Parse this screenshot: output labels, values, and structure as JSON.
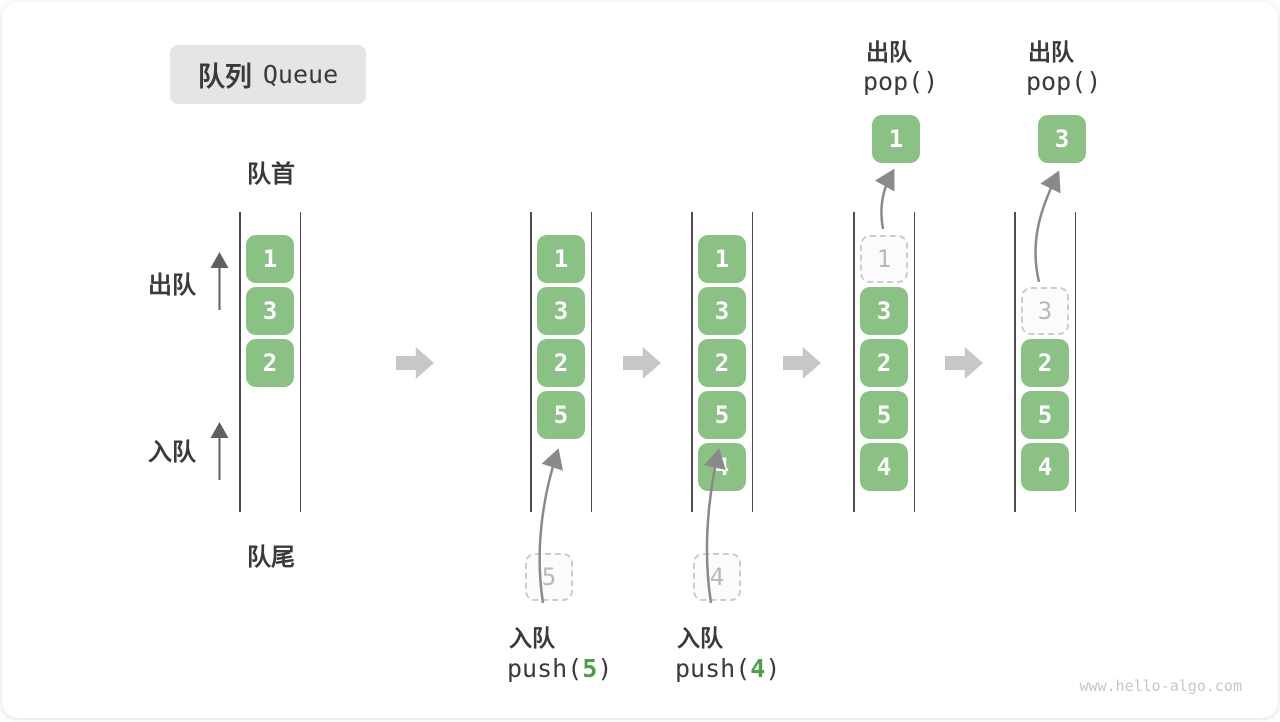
{
  "title": {
    "zh": "队列",
    "en": "Queue"
  },
  "labels": {
    "front": "队首",
    "rear": "队尾",
    "dequeue": "出队",
    "enqueue": "入队"
  },
  "states": [
    {
      "blocks": [
        "1",
        "3",
        "2"
      ]
    },
    {
      "blocks": [
        "1",
        "3",
        "2",
        "5"
      ],
      "staged": "5",
      "op": {
        "label": "入队",
        "code_pre": "push(",
        "arg": "5",
        "code_post": ")"
      }
    },
    {
      "blocks": [
        "1",
        "3",
        "2",
        "5",
        "4"
      ],
      "staged": "4",
      "op": {
        "label": "入队",
        "code_pre": "push(",
        "arg": "4",
        "code_post": ")"
      }
    },
    {
      "blocks": [
        "3",
        "2",
        "5",
        "4"
      ],
      "ghost": "1",
      "popped": "1",
      "op": {
        "label": "出队",
        "code": "pop()"
      }
    },
    {
      "blocks": [
        "2",
        "5",
        "4"
      ],
      "ghost": "3",
      "popped": "3",
      "op": {
        "label": "出队",
        "code": "pop()"
      }
    }
  ],
  "watermark": "www.hello-algo.com",
  "colors": {
    "block_green": "#8bc184",
    "block_text": "#ffffff",
    "arg_green": "#4f9e48",
    "ghost_border": "#cdcdcd",
    "ghost_text": "#b9b9b9",
    "line_dark": "#4d4d4d",
    "transition_arrow": "#c7c7c7",
    "curve_arrow": "#8a8a8a",
    "side_arrow": "#606060",
    "text_dark": "#3a3a3a",
    "title_bg": "#e5e5e5",
    "watermark_gray": "#c6c6c6"
  }
}
